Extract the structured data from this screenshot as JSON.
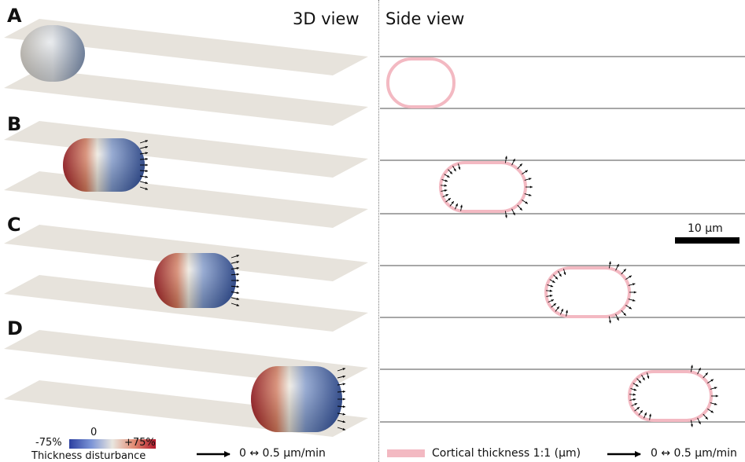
{
  "titles": {
    "left": "3D view",
    "right": "Side view"
  },
  "panels": [
    "A",
    "B",
    "C",
    "D"
  ],
  "colorbar": {
    "min_label": "-75%",
    "mid_label": "0",
    "max_label": "+75%",
    "title": "Thickness disturbance",
    "colors": [
      "#2b3fa0",
      "#7a93d6",
      "#e9e6df",
      "#e28a72",
      "#b2182b"
    ]
  },
  "arrow_legend_left": "0 ↔ 0.5 µm/min",
  "arrow_legend_right": "0 ↔ 0.5 µm/min",
  "cortical_legend": "Cortical thickness 1:1 (µm)",
  "scale_bar_label": "10 µm",
  "colors": {
    "plate": "#e7e3dc",
    "cortex": "#f3b9c2",
    "arrow": "#000000",
    "channel_line": "#8a8a8a"
  }
}
